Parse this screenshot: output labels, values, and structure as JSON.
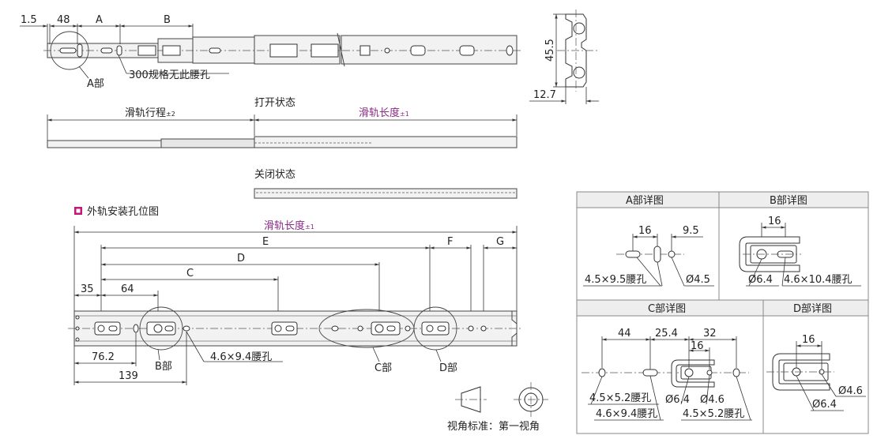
{
  "top_view": {
    "dims": {
      "d1": "1.5",
      "d2": "48",
      "dA": "A",
      "dB": "B"
    },
    "label_a_part": "A部",
    "note_300": "300规格无此腰孔"
  },
  "side_view": {
    "h": "45.5",
    "w": "12.7"
  },
  "open_state": {
    "title": "打开状态",
    "travel": "滑轨行程",
    "travel_tol": "±2",
    "length": "滑轨长度",
    "length_tol": "±1"
  },
  "closed_state": {
    "title": "关闭状态"
  },
  "outer_rail": {
    "title": "外轨安装孔位图",
    "length": "滑轨长度",
    "length_tol": "±1",
    "dims": {
      "E": "E",
      "D": "D",
      "C": "C",
      "F": "F",
      "G": "G",
      "d35": "35",
      "d64": "64",
      "d76": "76.2",
      "d139": "139"
    },
    "slot_note": "4.6×9.4腰孔",
    "labels": {
      "b": "B部",
      "c": "C部",
      "d": "D部"
    }
  },
  "detail_a": {
    "title": "A部详图",
    "d16": "16",
    "d95": "9.5",
    "slot": "4.5×9.5腰孔",
    "hole": "Ø4.5"
  },
  "detail_b": {
    "title": "B部详图",
    "d16": "16",
    "hole": "Ø6.4",
    "slot": "4.6×10.4腰孔"
  },
  "detail_c": {
    "title": "C部详图",
    "d44": "44",
    "d254": "25.4",
    "d32": "32",
    "d16": "16",
    "hole64": "Ø6.4",
    "hole46": "Ø4.6",
    "slot1": "4.5×5.2腰孔",
    "slot2": "4.6×9.4腰孔",
    "slot3": "4.5×5.2腰孔"
  },
  "detail_d": {
    "title": "D部详图",
    "d16": "16",
    "hole46": "Ø4.6",
    "hole64": "Ø6.4"
  },
  "view_note": "视角标准：第一视角",
  "colors": {
    "accent": "#c2187b",
    "purple": "#8a2a86"
  }
}
